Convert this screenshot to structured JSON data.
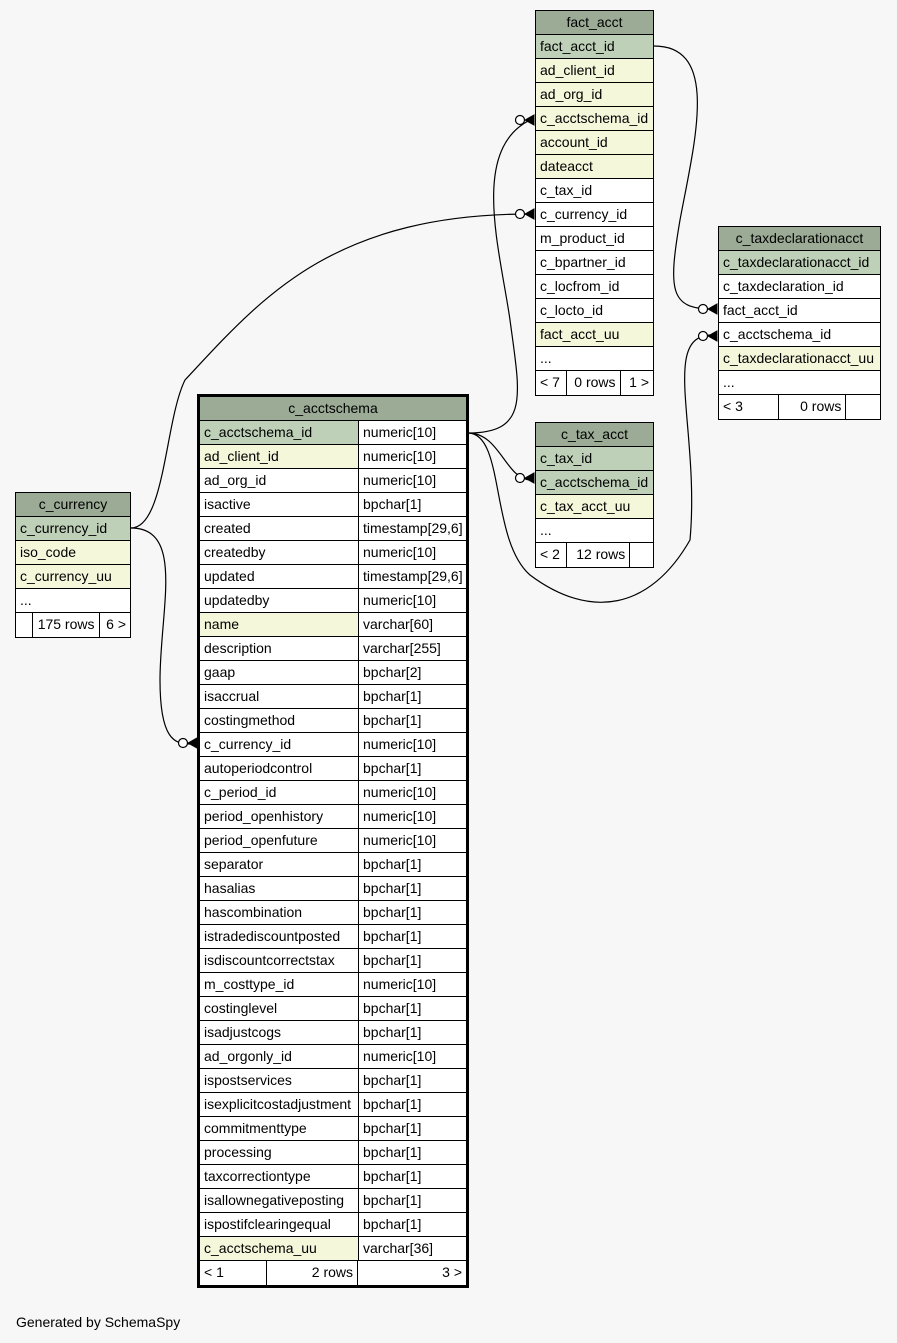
{
  "tables": {
    "fact_acct": {
      "name": "fact_acct",
      "columns": [
        {
          "name": "fact_acct_id",
          "kind": "pk"
        },
        {
          "name": "ad_client_id",
          "kind": "ix"
        },
        {
          "name": "ad_org_id",
          "kind": "ix"
        },
        {
          "name": "c_acctschema_id",
          "kind": "ix"
        },
        {
          "name": "account_id",
          "kind": "ix"
        },
        {
          "name": "dateacct",
          "kind": "ix"
        },
        {
          "name": "c_tax_id",
          "kind": "plain"
        },
        {
          "name": "c_currency_id",
          "kind": "plain"
        },
        {
          "name": "m_product_id",
          "kind": "plain"
        },
        {
          "name": "c_bpartner_id",
          "kind": "plain"
        },
        {
          "name": "c_locfrom_id",
          "kind": "plain"
        },
        {
          "name": "c_locto_id",
          "kind": "plain"
        },
        {
          "name": "fact_acct_uu",
          "kind": "ix"
        },
        {
          "name": "...",
          "kind": "plain"
        }
      ],
      "footer": [
        "< 7",
        "0 rows",
        "1 >"
      ]
    },
    "c_taxdeclarationacct": {
      "name": "c_taxdeclarationacct",
      "columns": [
        {
          "name": "c_taxdeclarationacct_id",
          "kind": "pk"
        },
        {
          "name": "c_taxdeclaration_id",
          "kind": "plain"
        },
        {
          "name": "fact_acct_id",
          "kind": "plain"
        },
        {
          "name": "c_acctschema_id",
          "kind": "plain"
        },
        {
          "name": "c_taxdeclarationacct_uu",
          "kind": "ix"
        },
        {
          "name": "...",
          "kind": "plain"
        }
      ],
      "footer": [
        "< 3",
        "0 rows",
        ""
      ]
    },
    "c_tax_acct": {
      "name": "c_tax_acct",
      "columns": [
        {
          "name": "c_tax_id",
          "kind": "pk"
        },
        {
          "name": "c_acctschema_id",
          "kind": "pk"
        },
        {
          "name": "c_tax_acct_uu",
          "kind": "ix"
        },
        {
          "name": "...",
          "kind": "plain"
        }
      ],
      "footer": [
        "< 2",
        "12 rows",
        ""
      ]
    },
    "c_currency": {
      "name": "c_currency",
      "columns": [
        {
          "name": "c_currency_id",
          "kind": "pk"
        },
        {
          "name": "iso_code",
          "kind": "ix"
        },
        {
          "name": "c_currency_uu",
          "kind": "ix"
        },
        {
          "name": "...",
          "kind": "plain"
        }
      ],
      "footer": [
        "",
        "175 rows",
        "6 >"
      ]
    },
    "c_acctschema": {
      "name": "c_acctschema",
      "columns": [
        {
          "name": "c_acctschema_id",
          "type": "numeric[10]",
          "kind": "pk"
        },
        {
          "name": "ad_client_id",
          "type": "numeric[10]",
          "kind": "ix"
        },
        {
          "name": "ad_org_id",
          "type": "numeric[10]",
          "kind": "plain"
        },
        {
          "name": "isactive",
          "type": "bpchar[1]",
          "kind": "plain"
        },
        {
          "name": "created",
          "type": "timestamp[29,6]",
          "kind": "plain"
        },
        {
          "name": "createdby",
          "type": "numeric[10]",
          "kind": "plain"
        },
        {
          "name": "updated",
          "type": "timestamp[29,6]",
          "kind": "plain"
        },
        {
          "name": "updatedby",
          "type": "numeric[10]",
          "kind": "plain"
        },
        {
          "name": "name",
          "type": "varchar[60]",
          "kind": "ix"
        },
        {
          "name": "description",
          "type": "varchar[255]",
          "kind": "plain"
        },
        {
          "name": "gaap",
          "type": "bpchar[2]",
          "kind": "plain"
        },
        {
          "name": "isaccrual",
          "type": "bpchar[1]",
          "kind": "plain"
        },
        {
          "name": "costingmethod",
          "type": "bpchar[1]",
          "kind": "plain"
        },
        {
          "name": "c_currency_id",
          "type": "numeric[10]",
          "kind": "plain"
        },
        {
          "name": "autoperiodcontrol",
          "type": "bpchar[1]",
          "kind": "plain"
        },
        {
          "name": "c_period_id",
          "type": "numeric[10]",
          "kind": "plain"
        },
        {
          "name": "period_openhistory",
          "type": "numeric[10]",
          "kind": "plain"
        },
        {
          "name": "period_openfuture",
          "type": "numeric[10]",
          "kind": "plain"
        },
        {
          "name": "separator",
          "type": "bpchar[1]",
          "kind": "plain"
        },
        {
          "name": "hasalias",
          "type": "bpchar[1]",
          "kind": "plain"
        },
        {
          "name": "hascombination",
          "type": "bpchar[1]",
          "kind": "plain"
        },
        {
          "name": "istradediscountposted",
          "type": "bpchar[1]",
          "kind": "plain"
        },
        {
          "name": "isdiscountcorrectstax",
          "type": "bpchar[1]",
          "kind": "plain"
        },
        {
          "name": "m_costtype_id",
          "type": "numeric[10]",
          "kind": "plain"
        },
        {
          "name": "costinglevel",
          "type": "bpchar[1]",
          "kind": "plain"
        },
        {
          "name": "isadjustcogs",
          "type": "bpchar[1]",
          "kind": "plain"
        },
        {
          "name": "ad_orgonly_id",
          "type": "numeric[10]",
          "kind": "plain"
        },
        {
          "name": "ispostservices",
          "type": "bpchar[1]",
          "kind": "plain"
        },
        {
          "name": "isexplicitcostadjustment",
          "type": "bpchar[1]",
          "kind": "plain"
        },
        {
          "name": "commitmenttype",
          "type": "bpchar[1]",
          "kind": "plain"
        },
        {
          "name": "processing",
          "type": "bpchar[1]",
          "kind": "plain"
        },
        {
          "name": "taxcorrectiontype",
          "type": "bpchar[1]",
          "kind": "plain"
        },
        {
          "name": "isallownegativeposting",
          "type": "bpchar[1]",
          "kind": "plain"
        },
        {
          "name": "ispostifclearingequal",
          "type": "bpchar[1]",
          "kind": "plain"
        },
        {
          "name": "c_acctschema_uu",
          "type": "varchar[36]",
          "kind": "ix"
        }
      ],
      "footer": [
        "< 1",
        "2 rows",
        "3 >"
      ]
    }
  },
  "relationships": [
    {
      "from": "fact_acct.fact_acct_id",
      "to": "c_taxdeclarationacct.fact_acct_id"
    },
    {
      "from": "c_acctschema.c_acctschema_id",
      "to": "fact_acct.c_acctschema_id"
    },
    {
      "from": "c_currency.c_currency_id",
      "to": "fact_acct.c_currency_id"
    },
    {
      "from": "c_acctschema.c_acctschema_id",
      "to": "c_tax_acct.c_acctschema_id"
    },
    {
      "from": "c_acctschema.c_acctschema_id",
      "to": "c_taxdeclarationacct.c_acctschema_id"
    },
    {
      "from": "c_currency.c_currency_id",
      "to": "c_acctschema.c_currency_id"
    }
  ],
  "colors": {
    "background": "#f7f7f7",
    "title": "#9bab96",
    "primary_key": "#bed1b8",
    "indexed": "#f4f7da",
    "plain": "#ffffff"
  },
  "footer_text": "Generated by SchemaSpy"
}
